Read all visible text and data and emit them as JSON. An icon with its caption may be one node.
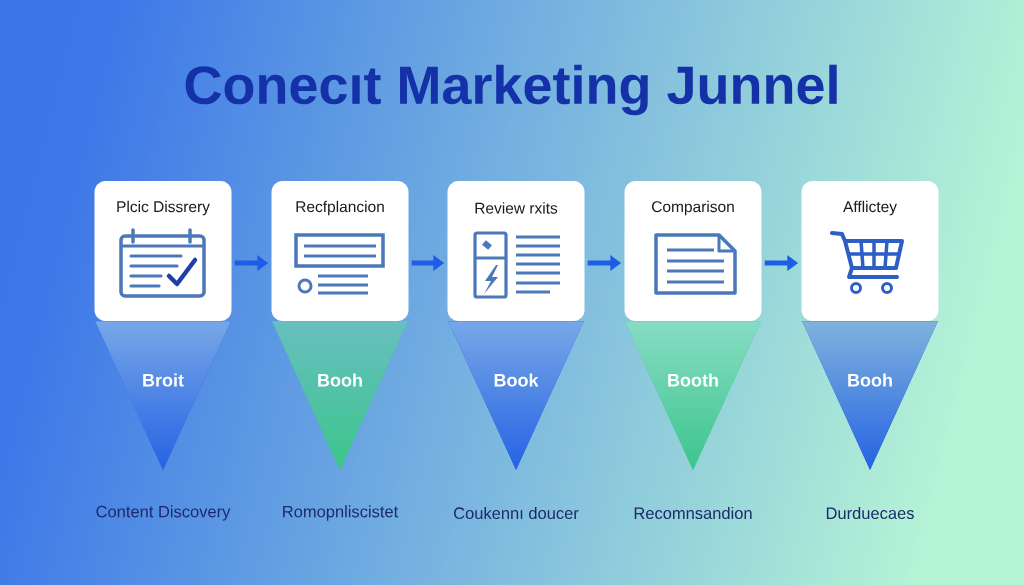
{
  "diagram": {
    "title": "Conecıt Marketing Junnel",
    "nodes": [
      {
        "text": [
          "Plcic Dissrery"
        ]
      },
      {
        "text": [
          "Recfplancion"
        ]
      },
      {
        "text": [
          "Review rxits"
        ]
      },
      {
        "text": [
          "Comparison"
        ]
      },
      {
        "text": [
          "Afflictey"
        ]
      },
      {
        "text": [
          "Broit"
        ],
        "beside": [
          "Content Discovery"
        ]
      },
      {
        "text": [
          "Booh"
        ],
        "beside": [
          "Romopnliscistet"
        ]
      },
      {
        "text": [
          "Book"
        ],
        "beside": [
          "Coukennı doucer"
        ]
      },
      {
        "text": [
          "Booth"
        ],
        "beside": [
          "Recomnsandion"
        ]
      },
      {
        "text": [
          "Booh"
        ],
        "beside": [
          "Durduecaes"
        ]
      }
    ],
    "edges": [
      {
        "from": 0,
        "to": 1,
        "arrow": "to"
      },
      {
        "from": 1,
        "to": 2,
        "arrow": "to"
      },
      {
        "from": 2,
        "to": 3,
        "arrow": "to"
      },
      {
        "from": 3,
        "to": 4,
        "arrow": "to"
      }
    ]
  }
}
